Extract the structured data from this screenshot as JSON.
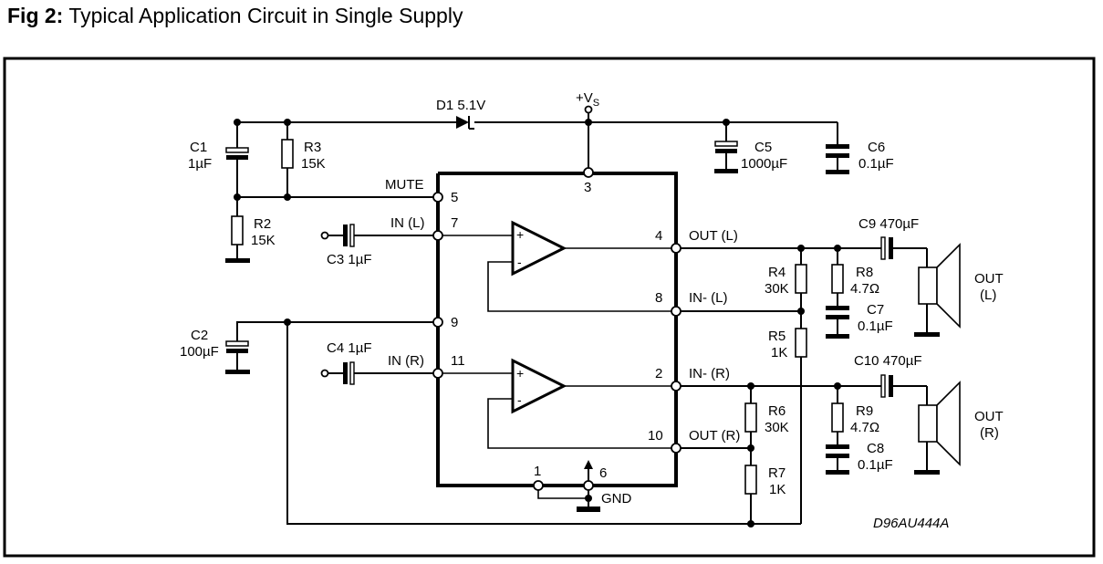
{
  "figure": {
    "label": "Fig 2:",
    "title": "Typical Application Circuit in Single Supply",
    "drawing_code": "D96AU444A"
  },
  "supply": {
    "label": "+V",
    "subscript": "S"
  },
  "components": {
    "C1": {
      "name": "C1",
      "value": "1µF"
    },
    "C2": {
      "name": "C2",
      "value": "100µF"
    },
    "C3": {
      "name": "C3",
      "value": "1µF"
    },
    "C4": {
      "name": "C4",
      "value": "1µF"
    },
    "C5": {
      "name": "C5",
      "value": "1000µF"
    },
    "C6": {
      "name": "C6",
      "value": "0.1µF"
    },
    "C7": {
      "name": "C7",
      "value": "0.1µF"
    },
    "C8": {
      "name": "C8",
      "value": "0.1µF"
    },
    "C9": {
      "name": "C9",
      "value": "470µF"
    },
    "C10": {
      "name": "C10",
      "value": "470µF"
    },
    "R2": {
      "name": "R2",
      "value": "15K"
    },
    "R3": {
      "name": "R3",
      "value": "15K"
    },
    "R4": {
      "name": "R4",
      "value": "30K"
    },
    "R5": {
      "name": "R5",
      "value": "1K"
    },
    "R6": {
      "name": "R6",
      "value": "30K"
    },
    "R7": {
      "name": "R7",
      "value": "1K"
    },
    "R8": {
      "name": "R8",
      "value": "4.7Ω"
    },
    "R9": {
      "name": "R9",
      "value": "4.7Ω"
    },
    "D1": {
      "name": "D1",
      "value": "5.1V"
    }
  },
  "pins": {
    "p1": "1",
    "p2": "2",
    "p3": "3",
    "p4": "4",
    "p5": "5",
    "p6": "6",
    "p7": "7",
    "p8": "8",
    "p9": "9",
    "p10": "10",
    "p11": "11"
  },
  "signals": {
    "mute": "MUTE",
    "in_l": "IN (L)",
    "in_r": "IN (R)",
    "out_l": "OUT (L)",
    "out_r": "OUT (R)",
    "inminus_l": "IN- (L)",
    "inminus_r": "IN- (R)",
    "gnd": "GND"
  },
  "speakers": {
    "left": {
      "line1": "OUT",
      "line2": "(L)"
    },
    "right": {
      "line1": "OUT",
      "line2": "(R)"
    }
  },
  "opamp_symbols": {
    "plus": "+",
    "minus": "-"
  }
}
